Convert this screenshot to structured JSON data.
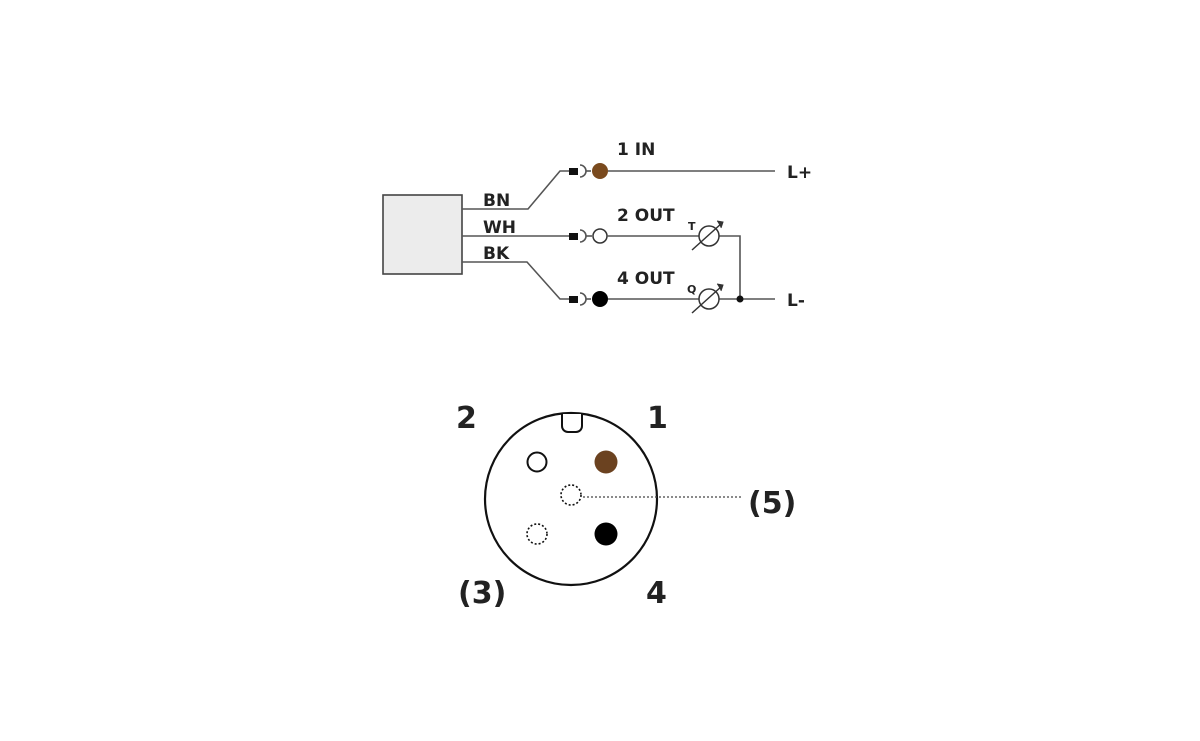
{
  "wiring": {
    "wire_labels": [
      "BN",
      "WH",
      "BK"
    ],
    "pins": [
      {
        "label": "1 IN",
        "sub": "",
        "color": "#7a4a1e"
      },
      {
        "label": "2 OUT",
        "sub": "T",
        "color": "#ffffff"
      },
      {
        "label": "4 OUT",
        "sub": "Q",
        "color": "#000000"
      }
    ],
    "supply": {
      "plus": "L+",
      "minus": "L-"
    },
    "colors": {
      "box": "#ececec",
      "brown": "#6b4220",
      "black": "#000000"
    }
  },
  "connector": {
    "labels": {
      "pin1": "1",
      "pin2": "2",
      "pin3": "(3)",
      "pin4": "4",
      "pin5": "(5)"
    }
  }
}
